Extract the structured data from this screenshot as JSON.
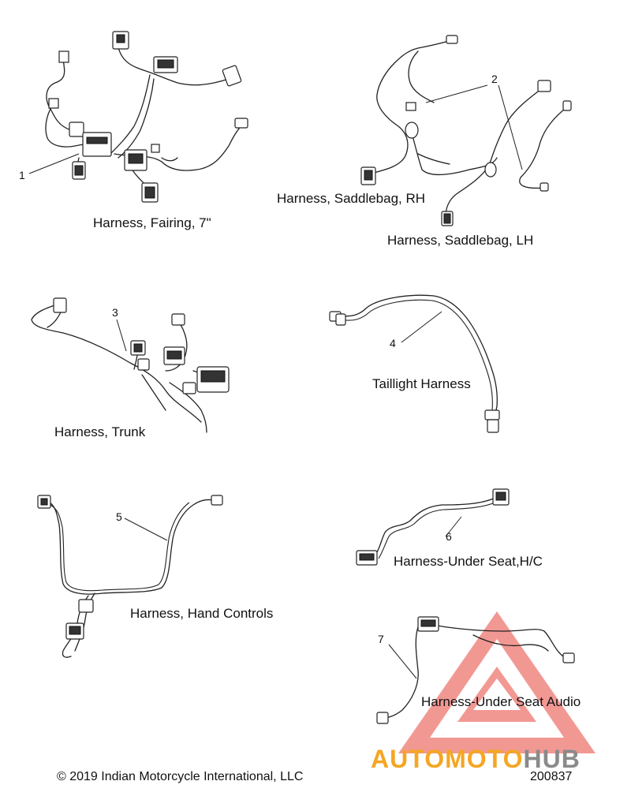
{
  "labels": {
    "fairing": "Harness, Fairing, 7\"",
    "saddlebag_rh": "Harness, Saddlebag, RH",
    "saddlebag_lh": "Harness, Saddlebag, LH",
    "trunk": "Harness, Trunk",
    "taillight": "Taillight Harness",
    "hand_controls": "Harness, Hand Controls",
    "under_seat_hc": "Harness-Under Seat,H/C",
    "under_seat_audio": "Harness-Under Seat Audio"
  },
  "callouts": [
    "1",
    "2",
    "3",
    "4",
    "5",
    "6",
    "7"
  ],
  "footer": {
    "copyright": "© 2019 Indian Motorcycle International, LLC",
    "diagram_number": "200837"
  },
  "watermark": {
    "part1": "AUTOMOTO",
    "part2": "HUB",
    "color_primary": "#f5a623",
    "color_secondary": "#8a8a8a",
    "logo_color": "#e8453c"
  }
}
